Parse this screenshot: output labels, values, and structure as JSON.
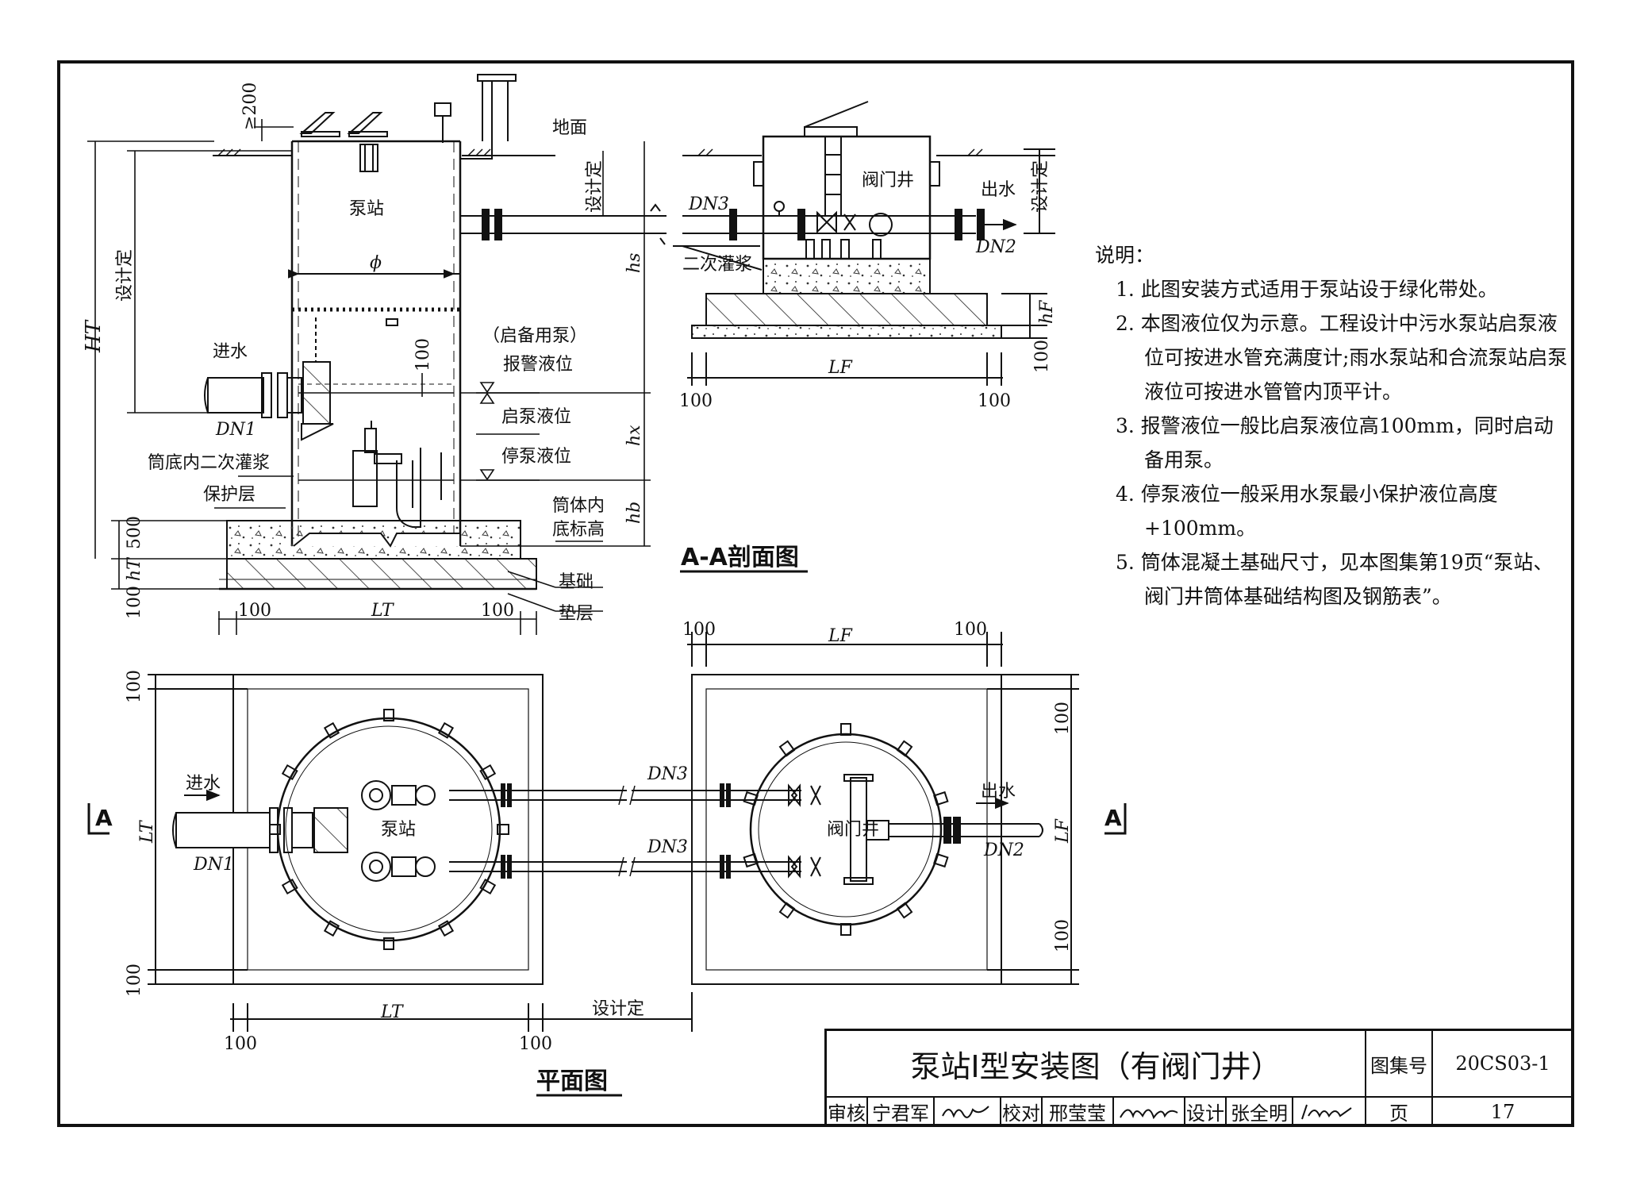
{
  "labels": {
    "pump_station": "泵站",
    "ground": "地面",
    "design_determined": "设计定",
    "inlet": "进水",
    "outlet": "出水",
    "valve_well": "阀门井",
    "secondary_grout": "二次灌浆",
    "standby_pump": "（启备用泵）",
    "alarm_level": "报警液位",
    "start_level": "启泵液位",
    "stop_level": "停泵液位",
    "inner_grout_1": "筒底内二次灌浆",
    "protective_layer": "保护层",
    "inner_bottom_1": "筒体内",
    "inner_bottom_2": "底标高",
    "foundation": "基础",
    "cushion": "垫层",
    "phi": "ϕ",
    "ge200": "≥200",
    "dn1": "DN1",
    "dn2": "DN2",
    "dn3": "DN3",
    "ht": "HT",
    "hs": "hs",
    "hx": "hx",
    "hb": "hb",
    "hT_small": "hT",
    "hF": "hF",
    "LT": "LT",
    "LF": "LF",
    "d100": "100",
    "d500": "500",
    "section_marker": "A",
    "section_title": "A-A剖面图",
    "plan_title": "平面图"
  },
  "notes": {
    "heading": "说明：",
    "items": [
      "1. 此图安装方式适用于泵站设于绿化带处。",
      "2. 本图液位仅为示意。工程设计中污水泵站启泵液位可按进水管充满度计;雨水泵站和合流泵站启泵液位可按进水管管内顶平计。",
      "3. 报警液位一般比启泵液位高100mm，同时启动备用泵。",
      "4. 停泵液位一般采用水泵最小保护液位高度+100mm。",
      "5. 筒体混凝土基础尺寸，见本图集第19页“泵站、阀门井筒体基础结构图及钢筋表”。"
    ]
  },
  "title_block": {
    "drawing_title": "泵站Ⅰ型安装图（有阀门井）",
    "atlas_label": "图集号",
    "atlas_no": "20CS03-1",
    "page_label": "页",
    "page_no": "17",
    "review_label": "审核",
    "reviewer": "宁君军",
    "check_label": "校对",
    "checker": "邢莹莹",
    "design_label": "设计",
    "designer": "张全明"
  }
}
